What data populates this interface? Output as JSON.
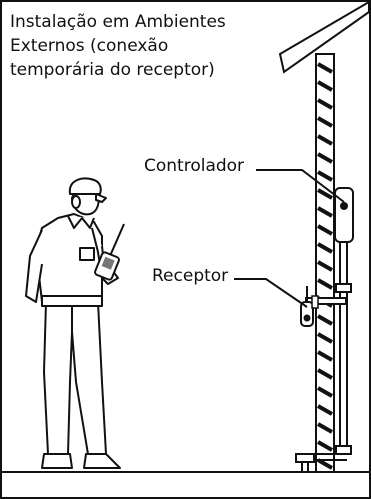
{
  "title_lines": [
    "Instalação em Ambientes",
    "Externos (conexão",
    "temporária do receptor)"
  ],
  "labels": {
    "controller": "Controlador",
    "receiver": "Receptor"
  },
  "colors": {
    "ink": "#111111",
    "paper": "#ffffff",
    "shade": "#777777"
  }
}
